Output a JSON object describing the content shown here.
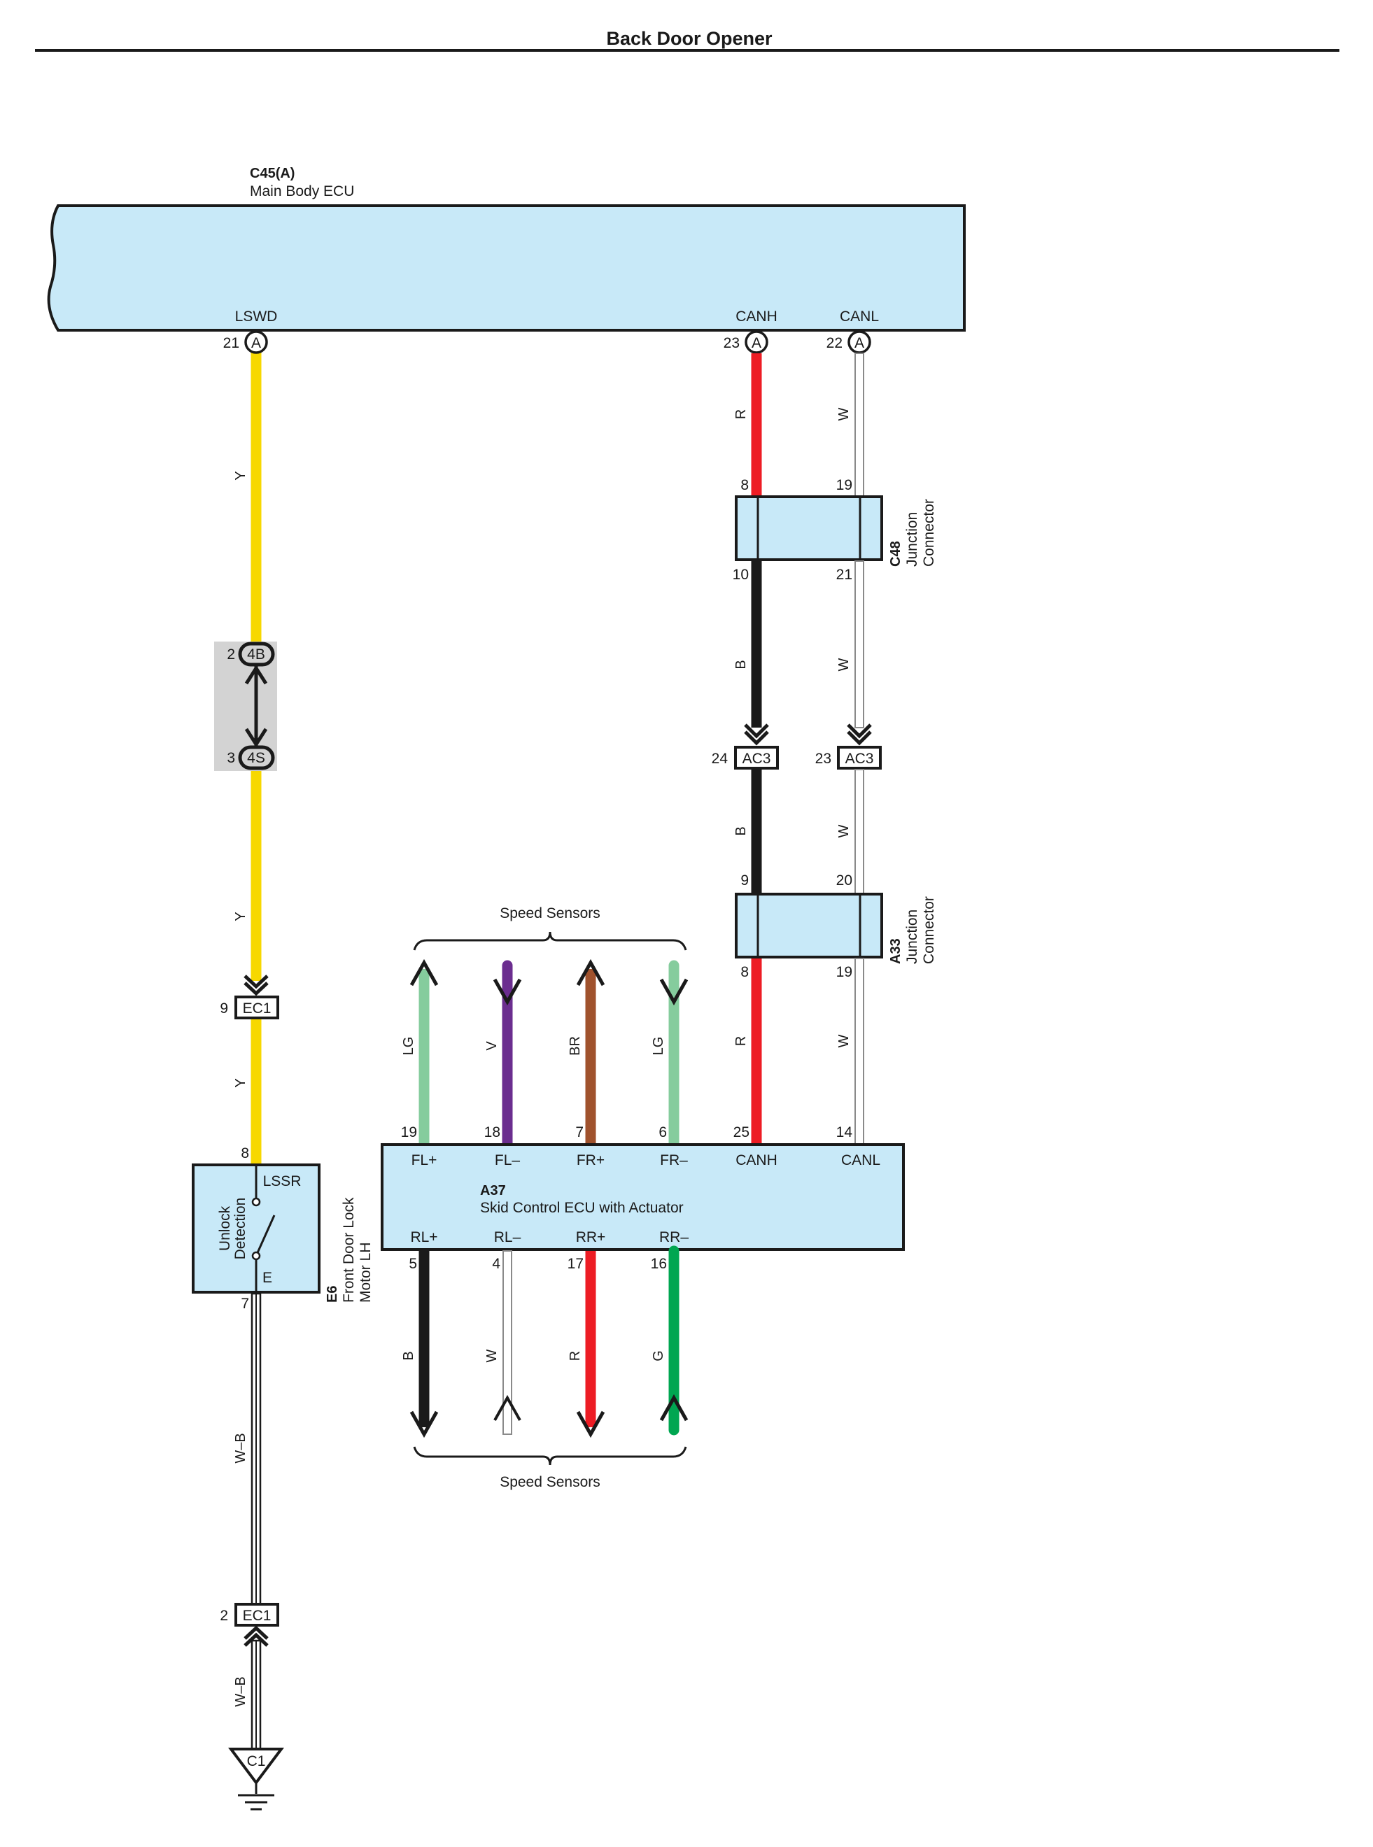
{
  "title": "Back Door Opener",
  "components": {
    "main_ecu": {
      "code": "C45(A)",
      "name": "Main Body ECU",
      "pins": {
        "lswd": "LSWD",
        "canh": "CANH",
        "canl": "CANL"
      }
    },
    "c48": {
      "code": "C48",
      "line1": "Junction",
      "line2": "Connector"
    },
    "a33": {
      "code": "A33",
      "line1": "Junction",
      "line2": "Connector"
    },
    "a37": {
      "code": "A37",
      "name": "Skid Control ECU with Actuator",
      "pins": {
        "fl_plus": "FL+",
        "fl_minus": "FL–",
        "fr_plus": "FR+",
        "fr_minus": "FR–",
        "canh": "CANH",
        "canl": "CANL",
        "rl_plus": "RL+",
        "rl_minus": "RL–",
        "rr_plus": "RR+",
        "rr_minus": "RR–"
      }
    },
    "e6": {
      "code": "E6",
      "line1": "Front Door Lock",
      "line2": "Motor LH",
      "pin_top": "LSSR",
      "pin_bot": "E",
      "detect1": "Unlock",
      "detect2": "Detection"
    }
  },
  "connectors": {
    "a": "A",
    "b4": "4B",
    "s4": "4S",
    "ec1": "EC1",
    "ac3": "AC3",
    "c1": "C1"
  },
  "pins": {
    "lswd": "21",
    "canh": "23",
    "canl": "22",
    "c48_in_r": "8",
    "c48_in_w": "19",
    "c48_out_b": "10",
    "c48_out_w": "21",
    "b4": "2",
    "s4": "3",
    "ac3_b": "24",
    "ac3_w": "23",
    "a33_in_b": "9",
    "a33_in_w": "20",
    "a33_out_r": "8",
    "a33_out_w": "19",
    "ec1_top": "9",
    "e6_top": "8",
    "e6_bot": "7",
    "ec1_bot": "2",
    "a37_fl_plus": "19",
    "a37_fl_minus": "18",
    "a37_fr_plus": "7",
    "a37_fr_minus": "6",
    "a37_canh": "25",
    "a37_canl": "14",
    "a37_rl_plus": "5",
    "a37_rl_minus": "4",
    "a37_rr_plus": "17",
    "a37_rr_minus": "16"
  },
  "wire_colors": {
    "y": "Y",
    "r": "R",
    "w": "W",
    "b": "B",
    "lg": "LG",
    "v": "V",
    "br": "BR",
    "g": "G",
    "wb": "W–B"
  },
  "speed_sensors": "Speed Sensors",
  "colors": {
    "ecu_fill": "#c8e9f8",
    "yellow": "#f7d800",
    "red": "#ed1c24",
    "black": "#1a1a1a",
    "white_wire": "#ffffff",
    "light_green": "#85cc9d",
    "violet": "#6b2d8f",
    "brown": "#a0522d",
    "green": "#00a651",
    "splice_bg": "#d3d3d3"
  }
}
